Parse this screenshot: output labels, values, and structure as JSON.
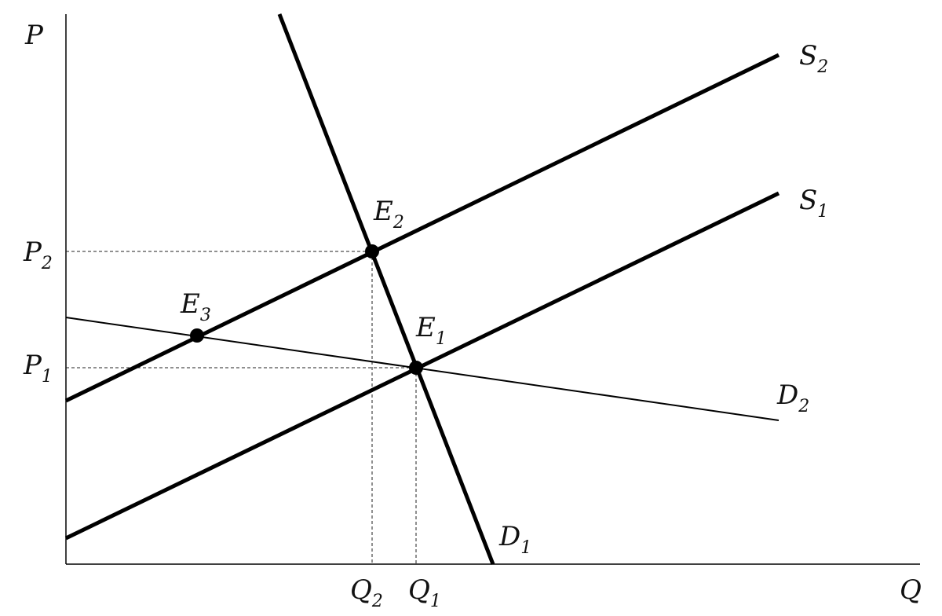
{
  "axes": {
    "y_label": "P",
    "x_label": "Q"
  },
  "price_levels": [
    {
      "base": "P",
      "sub": "2",
      "value": 2
    },
    {
      "base": "P",
      "sub": "1",
      "value": 1
    }
  ],
  "quantity_levels": [
    {
      "base": "Q",
      "sub": "2",
      "value": 2
    },
    {
      "base": "Q",
      "sub": "1",
      "value": 1
    }
  ],
  "curves": [
    {
      "id": "S2",
      "base": "S",
      "sub": "2",
      "kind": "supply",
      "weight": "thick"
    },
    {
      "id": "S1",
      "base": "S",
      "sub": "1",
      "kind": "supply",
      "weight": "thick"
    },
    {
      "id": "D1",
      "base": "D",
      "sub": "1",
      "kind": "demand",
      "weight": "thick"
    },
    {
      "id": "D2",
      "base": "D",
      "sub": "2",
      "kind": "demand",
      "weight": "thin"
    }
  ],
  "equilibria": [
    {
      "id": "E1",
      "base": "E",
      "sub": "1",
      "on": [
        "S1",
        "D1",
        "D2"
      ]
    },
    {
      "id": "E2",
      "base": "E",
      "sub": "2",
      "on": [
        "S2",
        "D1"
      ]
    },
    {
      "id": "E3",
      "base": "E",
      "sub": "3",
      "on": [
        "S2",
        "D2"
      ]
    }
  ],
  "colors": {
    "ink": "#000000",
    "background": "#ffffff"
  }
}
